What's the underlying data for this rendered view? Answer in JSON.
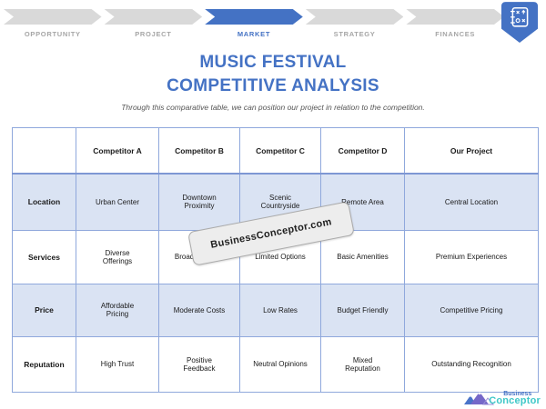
{
  "nav": {
    "steps": [
      {
        "label": "OPPORTUNITY",
        "active": false
      },
      {
        "label": "PROJECT",
        "active": false
      },
      {
        "label": "MARKET",
        "active": true
      },
      {
        "label": "STRATEGY",
        "active": false
      },
      {
        "label": "FINANCES",
        "active": false
      }
    ]
  },
  "title": {
    "line1": "MUSIC FESTIVAL",
    "line2": "COMPETITIVE ANALYSIS"
  },
  "subtitle": "Through this comparative table, we can position our project in relation to the competition.",
  "table": {
    "columns": [
      "",
      "Competitor A",
      "Competitor B",
      "Competitor C",
      "Competitor D",
      "Our Project"
    ],
    "rows": [
      {
        "header": "Location",
        "cells": [
          "Urban Center",
          "Downtown\nProximity",
          "Scenic\nCountryside",
          "Remote Area",
          "Central Location"
        ]
      },
      {
        "header": "Services",
        "cells": [
          "Diverse\nOfferings",
          "Broad Services",
          "Limited Options",
          "Basic Amenities",
          "Premium Experiences"
        ]
      },
      {
        "header": "Price",
        "cells": [
          "Affordable\nPricing",
          "Moderate Costs",
          "Low Rates",
          "Budget Friendly",
          "Competitive Pricing"
        ]
      },
      {
        "header": "Reputation",
        "cells": [
          "High Trust",
          "Positive\nFeedback",
          "Neutral Opinions",
          "Mixed\nReputation",
          "Outstanding Recognition"
        ]
      }
    ]
  },
  "watermark": {
    "text": "BusinessConceptor.com"
  },
  "logo": {
    "top": "Business",
    "bottom": "Conceptor"
  },
  "colors": {
    "accent_blue": "#4472C4",
    "inactive_arrow": "#D9D9D9",
    "nav_label_gray": "#A6A6A6",
    "table_border": "#8FA8DC",
    "row_fill": "#DAE3F3",
    "watermark_bg": "#EDEDED",
    "logo_teal": "#3FC8C8"
  }
}
